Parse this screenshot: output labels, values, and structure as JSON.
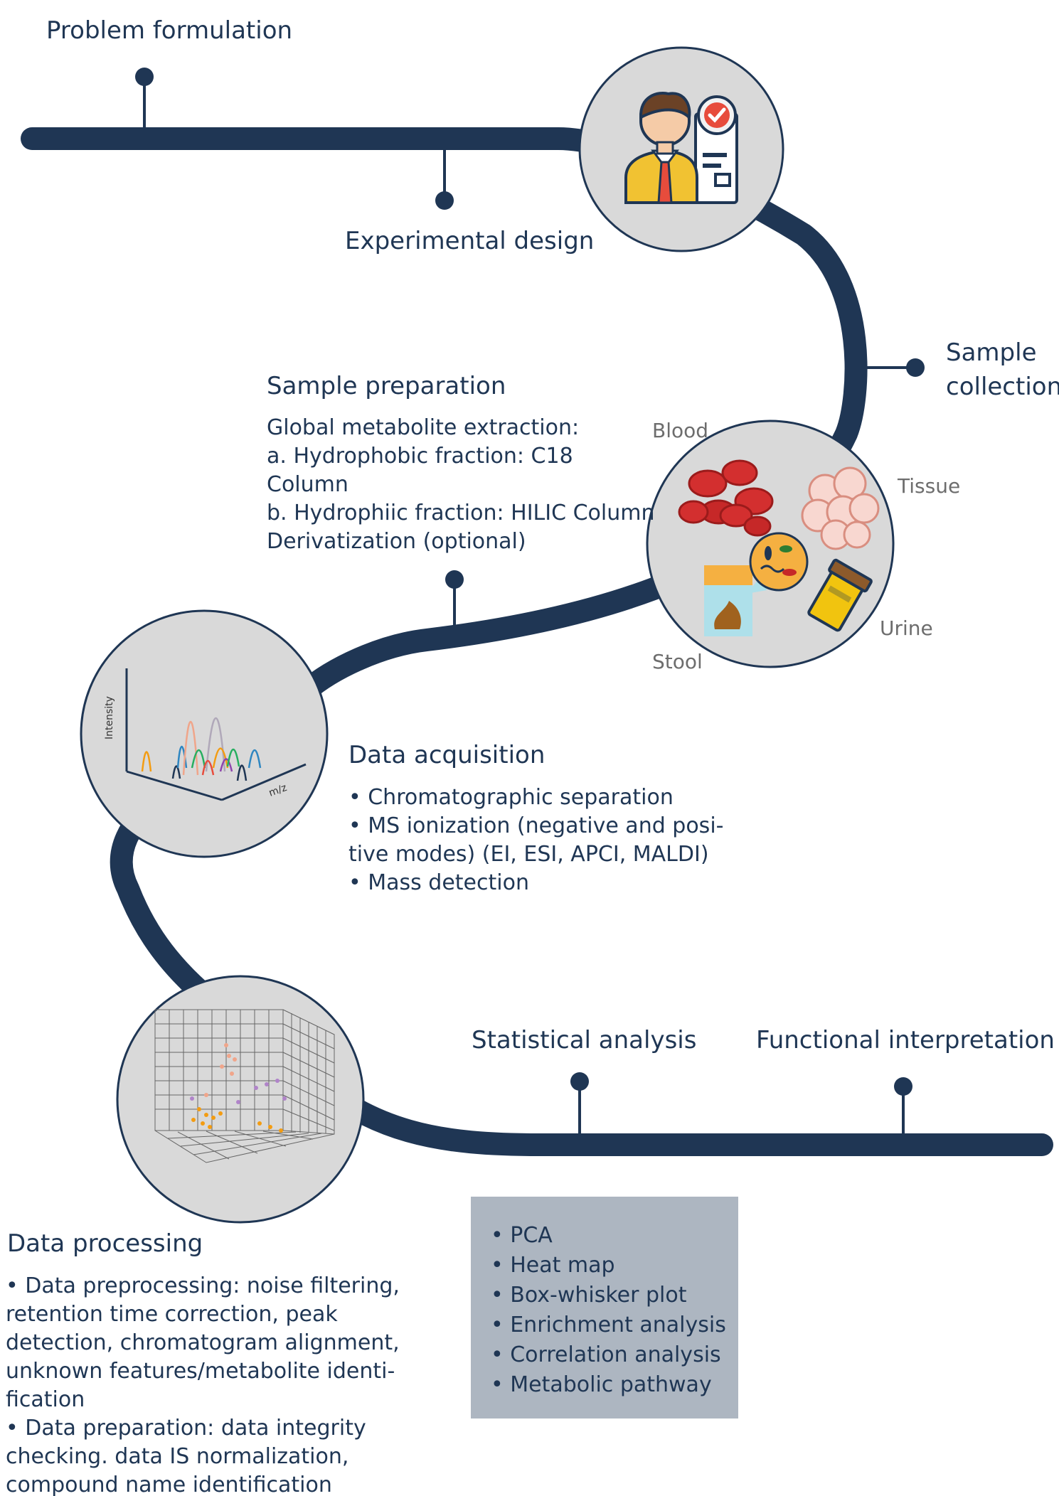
{
  "colors": {
    "path": "#1f3654",
    "circle_fill": "#d9d9d9",
    "circle_stroke": "#1f3654",
    "text": "#1f3654",
    "gray_label": "#6d6d6d",
    "box_fill": "#adb6c1"
  },
  "steps": {
    "problem": "Problem formulation",
    "design": "Experimental design",
    "collection": [
      "Sample",
      "collection"
    ],
    "prep": {
      "title": "Sample preparation",
      "lines": [
        "Global metabolite extraction:",
        "a. Hydrophobic fraction: C18",
        "Column",
        "b. Hydrophiic fraction: HILIC Column",
        "Derivatization (optional)"
      ]
    },
    "acq": {
      "title": "Data acquisition",
      "lines": [
        "• Chromatographic separation",
        "• MS ionization (negative and posi-",
        "tive modes) (EI, ESI, APCI, MALDI)",
        "• Mass detection"
      ]
    },
    "stat": "Statistical analysis",
    "func": "Functional interpretation",
    "proc": {
      "title": "Data processing",
      "lines": [
        "• Data preprocessing: noise filtering,",
        "retention time correction, peak",
        "detection, chromatogram alignment,",
        "unknown features/metabolite identi-",
        "fication",
        "• Data preparation: data integrity",
        "checking. data IS normalization,",
        "compound name identification"
      ]
    },
    "analysis_box": [
      "• PCA",
      "• Heat map",
      "• Box-whisker plot",
      "• Enrichment analysis",
      "• Correlation analysis",
      "• Metabolic pathway"
    ]
  },
  "samples": {
    "blood": "Blood",
    "tissue": "Tissue",
    "urine": "Urine",
    "stool": "Stool"
  },
  "icons": {
    "researcher": "researcher-checklist-icon",
    "samples": "sample-types-icon",
    "chromatogram": "chromatogram-icon",
    "scatter3d": "3d-scatter-plot-icon"
  },
  "chromatogram_axes": {
    "y": "Intensity",
    "x": "m/z"
  }
}
